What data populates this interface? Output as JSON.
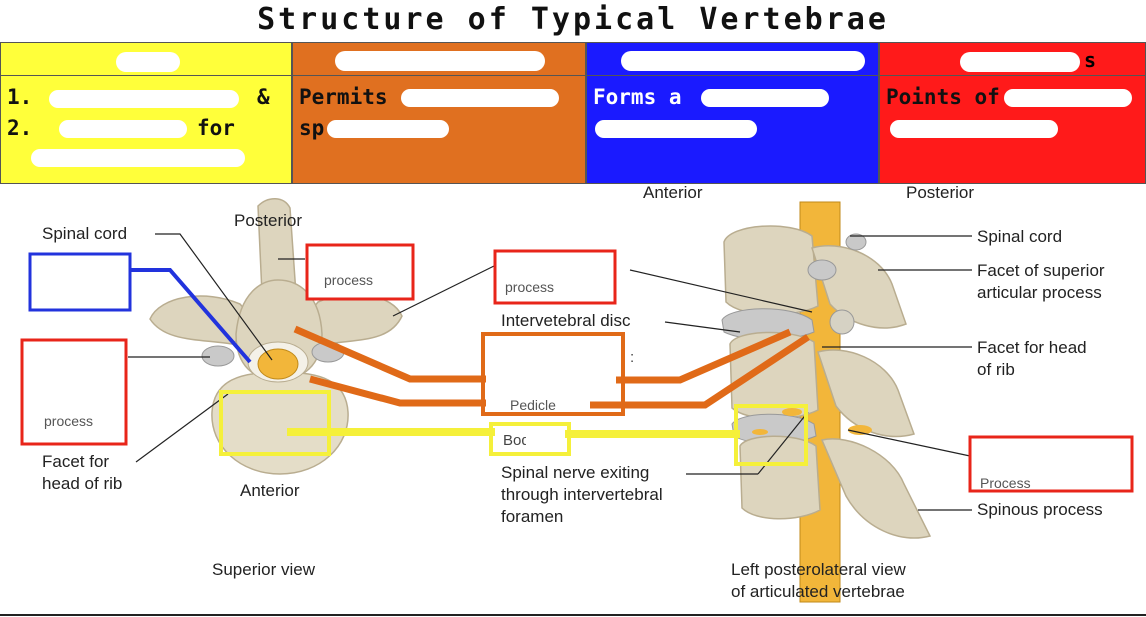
{
  "title": "Structure of Typical Vertebrae",
  "table": {
    "columns": [
      {
        "header_suffix": "",
        "lines": [
          "1.",
          "2.",
          ""
        ],
        "line_tails": [
          "&",
          "for",
          ""
        ],
        "color": "#ffff3a"
      },
      {
        "header_suffix": "",
        "lines": [
          "Permits",
          "sp",
          ""
        ],
        "line_tails": [
          "",
          "",
          ""
        ],
        "color": "#e07020"
      },
      {
        "header_suffix": "",
        "lines": [
          "Forms a",
          "",
          ""
        ],
        "line_tails": [
          "",
          "",
          ""
        ],
        "color": "#1a1aff"
      },
      {
        "header_suffix": "s",
        "lines": [
          "Points of",
          "",
          ""
        ],
        "line_tails": [
          "",
          "",
          ""
        ],
        "color": "#ff1a1a"
      }
    ]
  },
  "diagram": {
    "labels": {
      "posterior_left": "Posterior",
      "anterior_left": "Anterior",
      "anterior_top": "Anterior",
      "posterior_top": "Posterior",
      "spinal_cord_left": "Spinal cord",
      "facet_rib_left_1": "Facet for",
      "facet_rib_left_2": "head of rib",
      "intervertebral_disc": "Intervetebral disc",
      "spinal_nerve_1": "Spinal nerve exiting",
      "spinal_nerve_2": "through intervertebral",
      "spinal_nerve_3": "foramen",
      "superior_view": "Superior view",
      "lateral_view_1": "Left posterolateral view",
      "lateral_view_2": "of articulated vertebrae",
      "spinal_cord_right": "Spinal cord",
      "facet_sup_1": "Facet of superior",
      "facet_sup_2": "articular process",
      "facet_rib_right_1": "Facet for head",
      "facet_rib_right_2": "of rib",
      "spinous_process": "Spinous process",
      "process_partial_1": "process",
      "process_partial_2": "process",
      "process_partial_3": "process",
      "body_partial": "Body",
      "pedicle_partial": "Pedicle",
      "lamina_colon": ":",
      "process_partial_right": "Process"
    },
    "colors": {
      "bone": "#ddd5be",
      "bone_dark": "#b9ad90",
      "cord": "#f2b63a",
      "blue_box": "#2233dd",
      "red_box": "#e8251a",
      "orange_box": "#e06a18",
      "yellow_box": "#f5f03a"
    }
  }
}
